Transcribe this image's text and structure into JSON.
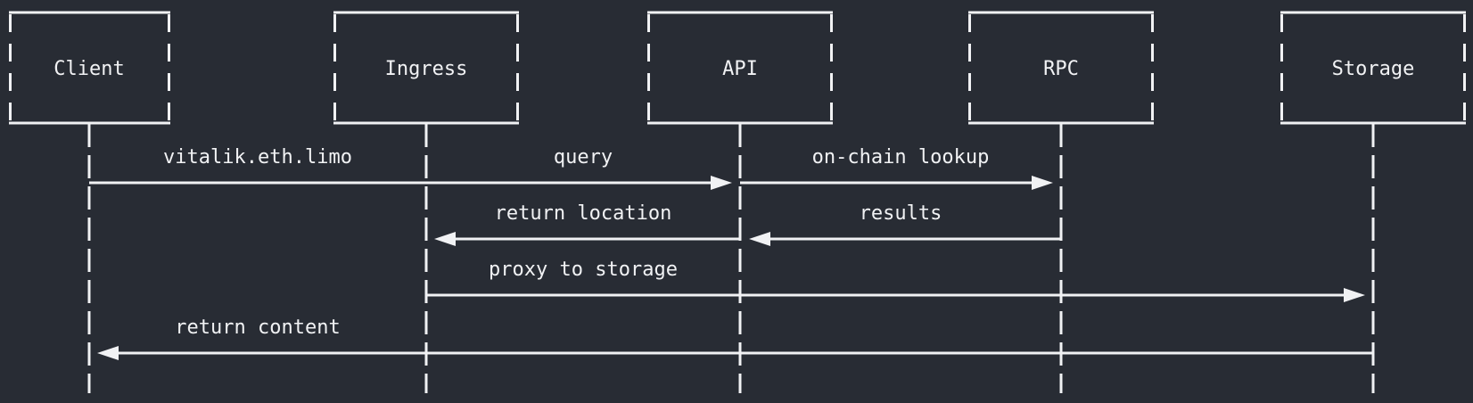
{
  "colors": {
    "background": "#282c34",
    "foreground": "#f1f2f4"
  },
  "actors": [
    {
      "label": "Client"
    },
    {
      "label": "Ingress"
    },
    {
      "label": "API"
    },
    {
      "label": "RPC"
    },
    {
      "label": "Storage"
    }
  ],
  "messages": [
    {
      "label": "vitalik.eth.limo",
      "from": "Client",
      "to": "Ingress",
      "direction": "right",
      "row": 1
    },
    {
      "label": "query",
      "from": "Ingress",
      "to": "API",
      "direction": "right",
      "row": 1
    },
    {
      "label": "on-chain lookup",
      "from": "API",
      "to": "RPC",
      "direction": "right",
      "row": 1
    },
    {
      "label": "return location",
      "from": "API",
      "to": "Ingress",
      "direction": "left",
      "row": 2
    },
    {
      "label": "results",
      "from": "RPC",
      "to": "API",
      "direction": "left",
      "row": 2
    },
    {
      "label": "proxy to storage",
      "from": "Ingress",
      "to": "Storage",
      "direction": "right",
      "row": 3
    },
    {
      "label": "return content",
      "from": "Storage",
      "to": "Client",
      "direction": "left",
      "row": 4
    }
  ]
}
